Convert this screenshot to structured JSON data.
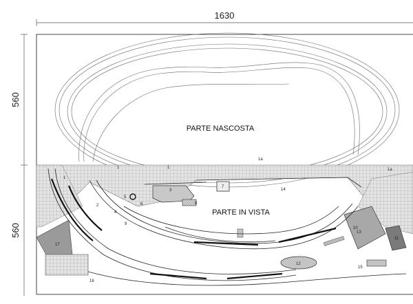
{
  "dimensions": {
    "width": "1630",
    "height_top": "560",
    "height_bottom": "560"
  },
  "areas": {
    "hidden": "PARTE NASCOSTA",
    "visible": "PARTE IN VISTA"
  },
  "labels": {
    "l1a": "1",
    "l1b": "1",
    "l1c": "1a",
    "l1d": "1a",
    "l1e": "1",
    "l2": "2",
    "l3": "3",
    "l4": "4",
    "l5": "5",
    "l6": "6",
    "l7": "7",
    "l8": "8",
    "l9": "9",
    "l10": "10",
    "l11": "11",
    "l12": "12",
    "l13": "13",
    "l14": "14",
    "l15": "15",
    "l16": "16",
    "l17": "17"
  }
}
